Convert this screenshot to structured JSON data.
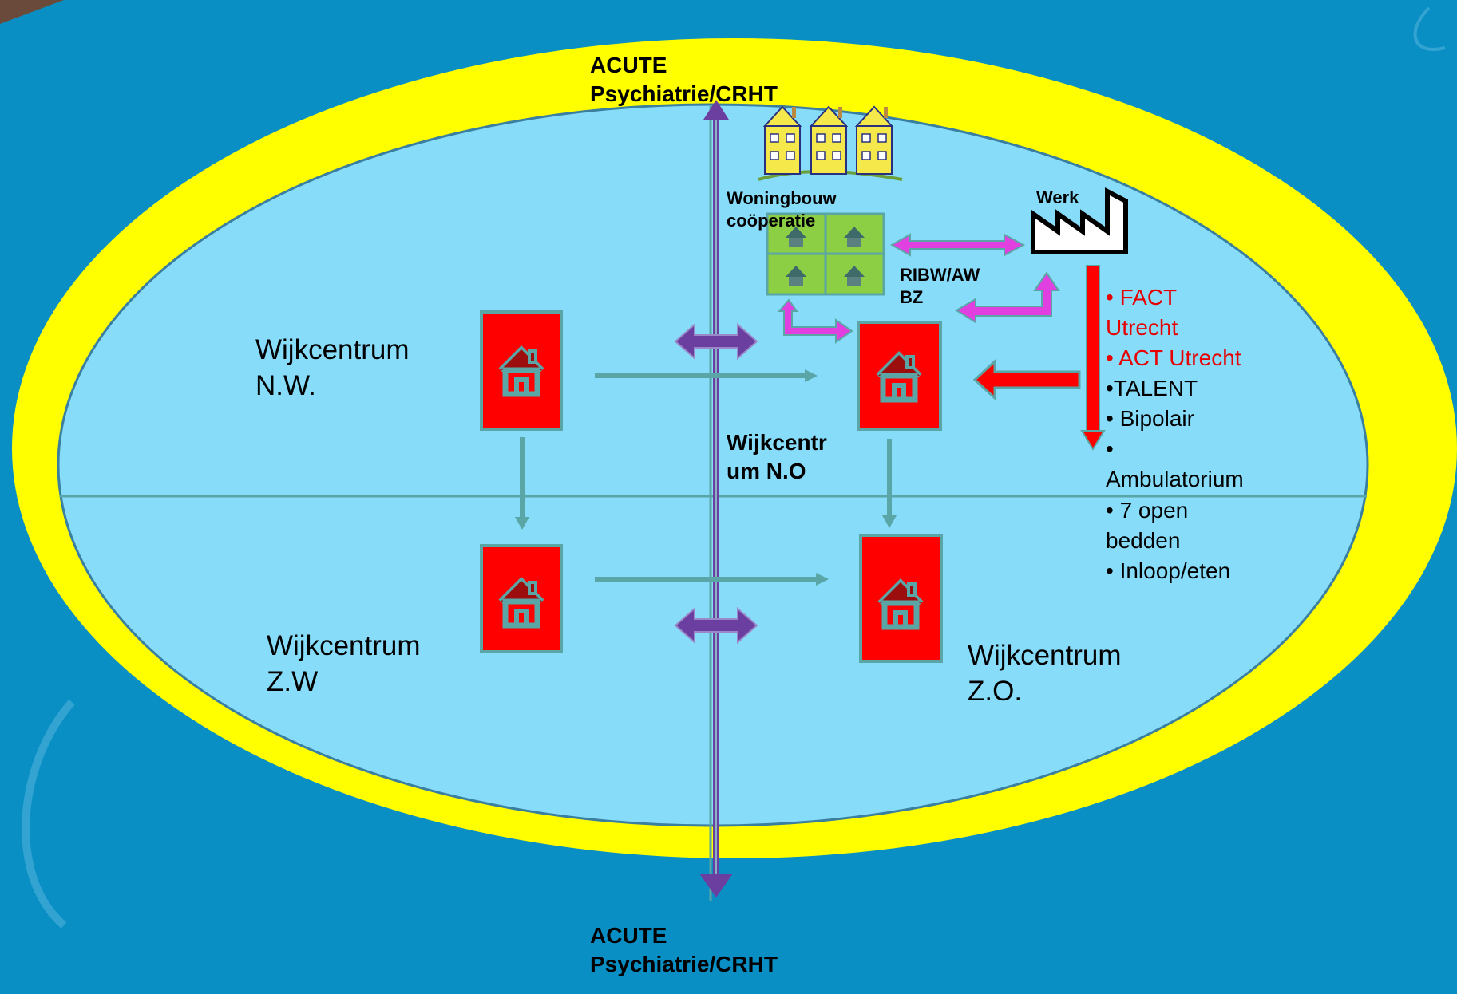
{
  "title": {
    "acute_top": [
      "ACUTE",
      "Psychiatrie/CRHT"
    ],
    "acute_bottom": [
      "ACUTE",
      "Psychiatrie/CRHT"
    ]
  },
  "quadrants": {
    "nw": [
      "Wijkcentrum",
      "N.W."
    ],
    "no": [
      "Wijkcentr",
      "um N.O"
    ],
    "zw": [
      "Wijkcentrum",
      "Z.W"
    ],
    "zo": [
      "Wijkcentrum",
      "Z.O."
    ]
  },
  "nodes": {
    "woningbouw": [
      "Woningbouw",
      "coöperatie"
    ],
    "werk": "Werk",
    "ribw": [
      "RIBW/AW",
      "BZ"
    ]
  },
  "services": [
    {
      "text": "• FACT",
      "color": "red"
    },
    {
      "text": "Utrecht",
      "color": "red"
    },
    {
      "text": "• ACT Utrecht",
      "color": "red"
    },
    {
      "text": "•TALENT",
      "color": "black"
    },
    {
      "text": "•  Bipolair",
      "color": "black"
    },
    {
      "text": "•",
      "color": "black"
    },
    {
      "text": "Ambulatorium",
      "color": "black"
    },
    {
      "text": "• 7 open",
      "color": "black"
    },
    {
      "text": "bedden",
      "color": "black"
    },
    {
      "text": "• Inloop/eten",
      "color": "black"
    }
  ],
  "colors": {
    "background": "#0a8fc4",
    "outer_ring": "#ffff00",
    "inner_area": "#87dcfa",
    "house_box": "#ff0000",
    "house_icon": "#9c0d0d",
    "vertical_arrow": "#6a3fa0",
    "pink_arrow": "#e040e0",
    "red_arrow": "#ff0000",
    "teal_arrow": "#5aa6a6",
    "woningbouw_block": "#8ccf45"
  },
  "icons": [
    "house-icon",
    "factory-icon",
    "apartment-icon",
    "row-houses-icon"
  ]
}
